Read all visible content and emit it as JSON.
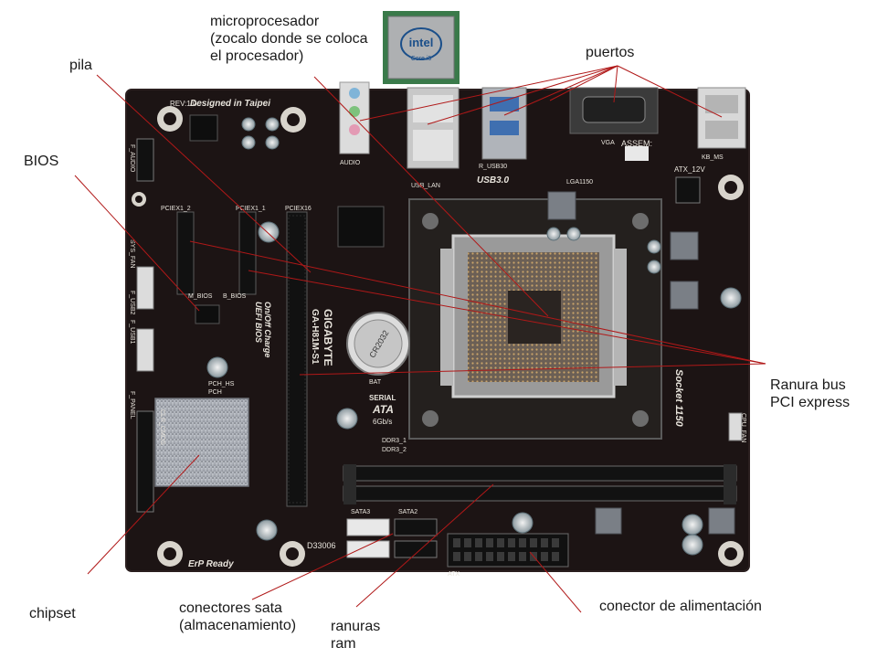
{
  "labels": {
    "microprocesador_line1": "microprocesador",
    "microprocesador_line2": "(zocalo donde se coloca",
    "microprocesador_line3": "el procesador)",
    "pila": "pila",
    "puertos": "puertos",
    "bios": "BIOS",
    "ranura_line1": "Ranura bus",
    "ranura_line2": "PCI express",
    "chipset": "chipset",
    "sata_line1": "conectores sata",
    "sata_line2": "(almacenamiento)",
    "ram_line1": "ranuras",
    "ram_line2": "ram",
    "alimentacion": "conector de alimentación"
  },
  "board": {
    "rev": "REV:1.0",
    "designed": "Designed in Taipei",
    "brand": "GIGABYTE",
    "model": "GA-H81M-S1",
    "onoff": "On/Off Charge",
    "uefi": "UEFI BIOS",
    "usb30": "USB3.0",
    "usb_lan": "USB_LAN",
    "audio": "AUDIO",
    "vga": "VGA",
    "assem": "ASSEM:",
    "atx12v": "ATX_12V",
    "lga": "LGA1150",
    "socket": "Socket 1150",
    "pciex1_2": "PCIEX1_2",
    "pciex1_1": "PCIEX1_1",
    "pciex16": "PCIEX16",
    "mbios": "M_BIOS",
    "bbios": "B_BIOS",
    "bat": "BAT",
    "pch_hs": "PCH_HS",
    "pch": "PCH",
    "serial": "SERIAL",
    "ata": "ATA",
    "gbps": "6Gb/s",
    "ddr3_1": "DDR3_1",
    "ddr3_2": "DDR3_2",
    "erp": "ErP Ready",
    "code": "D33006",
    "atx": "ATX",
    "cpu_fan": "CPU_FAN",
    "sys_fan": "SYS_FAN",
    "f_usb2": "F_USB2",
    "f_usb1": "F_USB1",
    "f_panel": "F_PANEL",
    "f_audio": "F_AUDIO",
    "clr_cmos": "CLR_CMOS",
    "r_usb30": "R_USB30",
    "sata3": "SATA3",
    "sata2": "SATA2",
    "kb_ms": "KB_MS",
    "cr2032": "CR2032",
    "intel": "intel",
    "core": "Core i5"
  },
  "colors": {
    "pcb": "#1c1414",
    "pcb_edge": "#2a1f1f",
    "silk": "#e8e4dc",
    "pointer": "#b01818",
    "heatsink": "#b8bcc4",
    "socket_metal": "#8a8a8a"
  }
}
